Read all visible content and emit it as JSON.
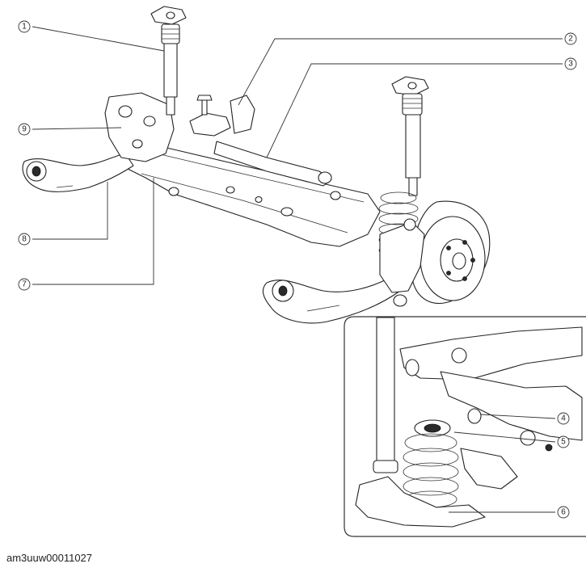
{
  "figure_id": "am3uuw00011027",
  "callouts": [
    {
      "num": "1"
    },
    {
      "num": "2"
    },
    {
      "num": "3"
    },
    {
      "num": "4"
    },
    {
      "num": "5"
    },
    {
      "num": "6"
    },
    {
      "num": "7"
    },
    {
      "num": "8"
    },
    {
      "num": "9"
    }
  ]
}
